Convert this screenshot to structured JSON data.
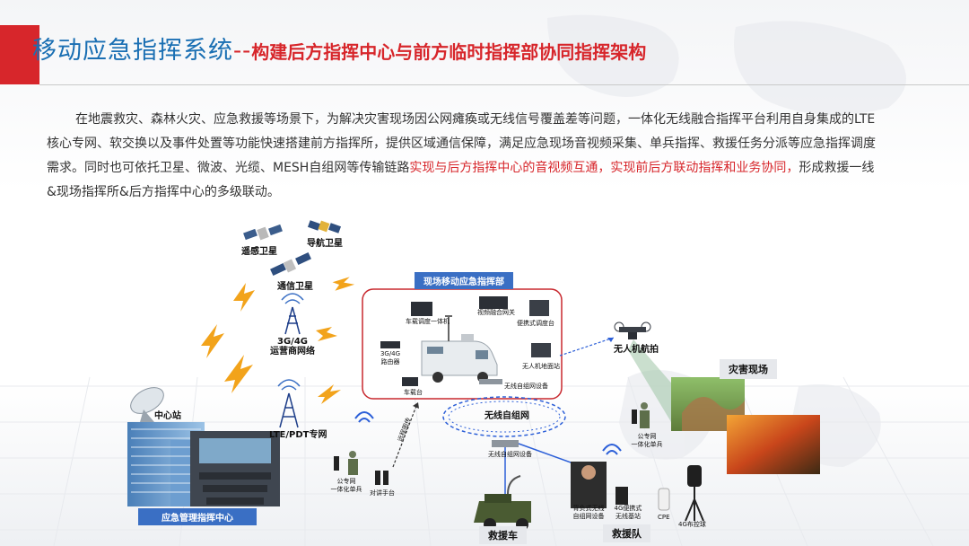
{
  "title": {
    "main": "移动应急指挥系统",
    "separator": "--",
    "sub": "构建后方指挥中心与前方临时指挥部协同指挥架构"
  },
  "paragraph": {
    "text_black": "在地震救灾、森林火灾、应急救援等场景下，为解决灾害现场因公网瘫痪或无线信号覆盖差等问题，一体化无线融合指挥平台利用自身集成的LTE核心专网、软交换以及事件处置等功能快速搭建前方指挥所，提供区域通信保障，满足应急现场音视频采集、单兵指挥、救援任务分派等应急指挥调度需求。同时也可依托卫星、微波、光缆、MESH自组网等传输链路",
    "text_red": "实现与后方指挥中心的音视频互通，实现前后方联动指挥和业务协同，",
    "text_tail": "形成救援一线&现场指挥所&后方指挥中心的多级联动。"
  },
  "diagram": {
    "satellites": {
      "remote_sensing": "遥感卫星",
      "navigation": "导航卫星",
      "communication": "通信卫星"
    },
    "carrier_network": {
      "line1": "3G/4G",
      "line2": "运营商网络"
    },
    "lte_network": "LTE/PDT专网",
    "center": {
      "station": "中心站",
      "banner": "应急管理指挥中心"
    },
    "field_hq": {
      "banner": "现场移动应急指挥部",
      "devices": {
        "vehicle_dispatch": "车载调度一体机",
        "video_gateway": "视频融合网关",
        "portable_console": "便携式调度台",
        "router_line1": "3G/4G",
        "router_line2": "路由器",
        "drone_station": "无人机地面站",
        "vehicle_radio": "车载台",
        "mesh_device": "无线自组网设备"
      }
    },
    "mesh_network": "无线自组网",
    "mesh_device_bottom": "无线自组网设备",
    "remote_transmission": "远程图传",
    "drone": "无人机航拍",
    "disaster_site": "灾害现场",
    "terminals": {
      "public_unit_left_line1": "公专网",
      "public_unit_left_line2": "一体化单兵",
      "walkie": "对讲手台",
      "public_unit_right_line1": "公专网",
      "public_unit_right_line2": "一体化单兵",
      "backpack_line1": "背负式无线",
      "backpack_line2": "自组网设备",
      "portable_bs_line1": "4G便携式",
      "portable_bs_line2": "无线基站",
      "cpe": "CPE",
      "dome_camera": "4G布控球"
    },
    "rescue_vehicle": "救援车",
    "rescue_team": "救援队",
    "colors": {
      "accent_red": "#d7262b",
      "title_blue": "#1a6fb3",
      "banner_blue": "#3a6fc4",
      "lightning": "#f2a31b",
      "mesh_ring": "#2c5fd8"
    }
  }
}
